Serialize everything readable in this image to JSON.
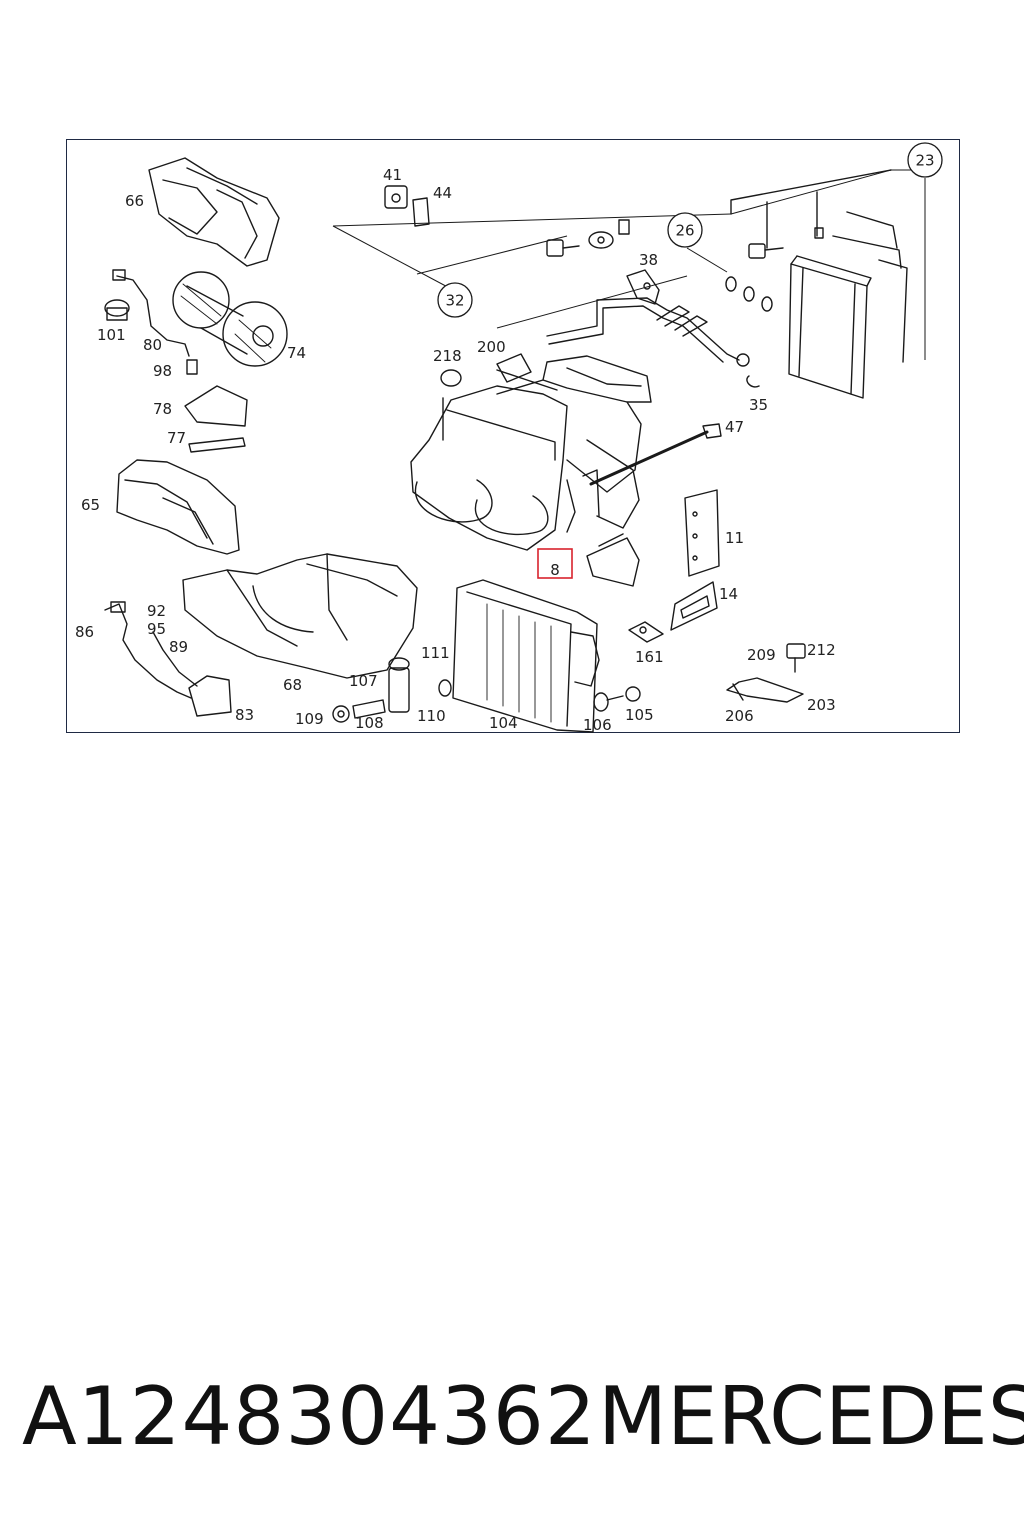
{
  "diagram": {
    "highlight_color": "#d9232d",
    "callouts": [
      {
        "id": "c23",
        "text": "23",
        "circled": true
      },
      {
        "id": "c26",
        "text": "26",
        "circled": true
      },
      {
        "id": "c32",
        "text": "32",
        "circled": true
      }
    ],
    "labels": {
      "l66": "66",
      "l41": "41",
      "l44": "44",
      "l101": "101",
      "l80": "80",
      "l74": "74",
      "l98": "98",
      "l78": "78",
      "l77": "77",
      "l65": "65",
      "l218": "218",
      "l200": "200",
      "l38": "38",
      "l35": "35",
      "l47": "47",
      "l11": "11",
      "l8": "8",
      "l14": "14",
      "l161": "161",
      "l209": "209",
      "l212": "212",
      "l203": "203",
      "l206": "206",
      "l105": "105",
      "l106": "106",
      "l104": "104",
      "l111": "111",
      "l107": "107",
      "l110": "110",
      "l108": "108",
      "l109": "109",
      "l68": "68",
      "l83": "83",
      "l86": "86",
      "l92": "92",
      "l95": "95",
      "l89": "89"
    },
    "highlighted_label": "8"
  },
  "footer": {
    "part_number": "A1248304362",
    "brand": "MERCEDES"
  }
}
